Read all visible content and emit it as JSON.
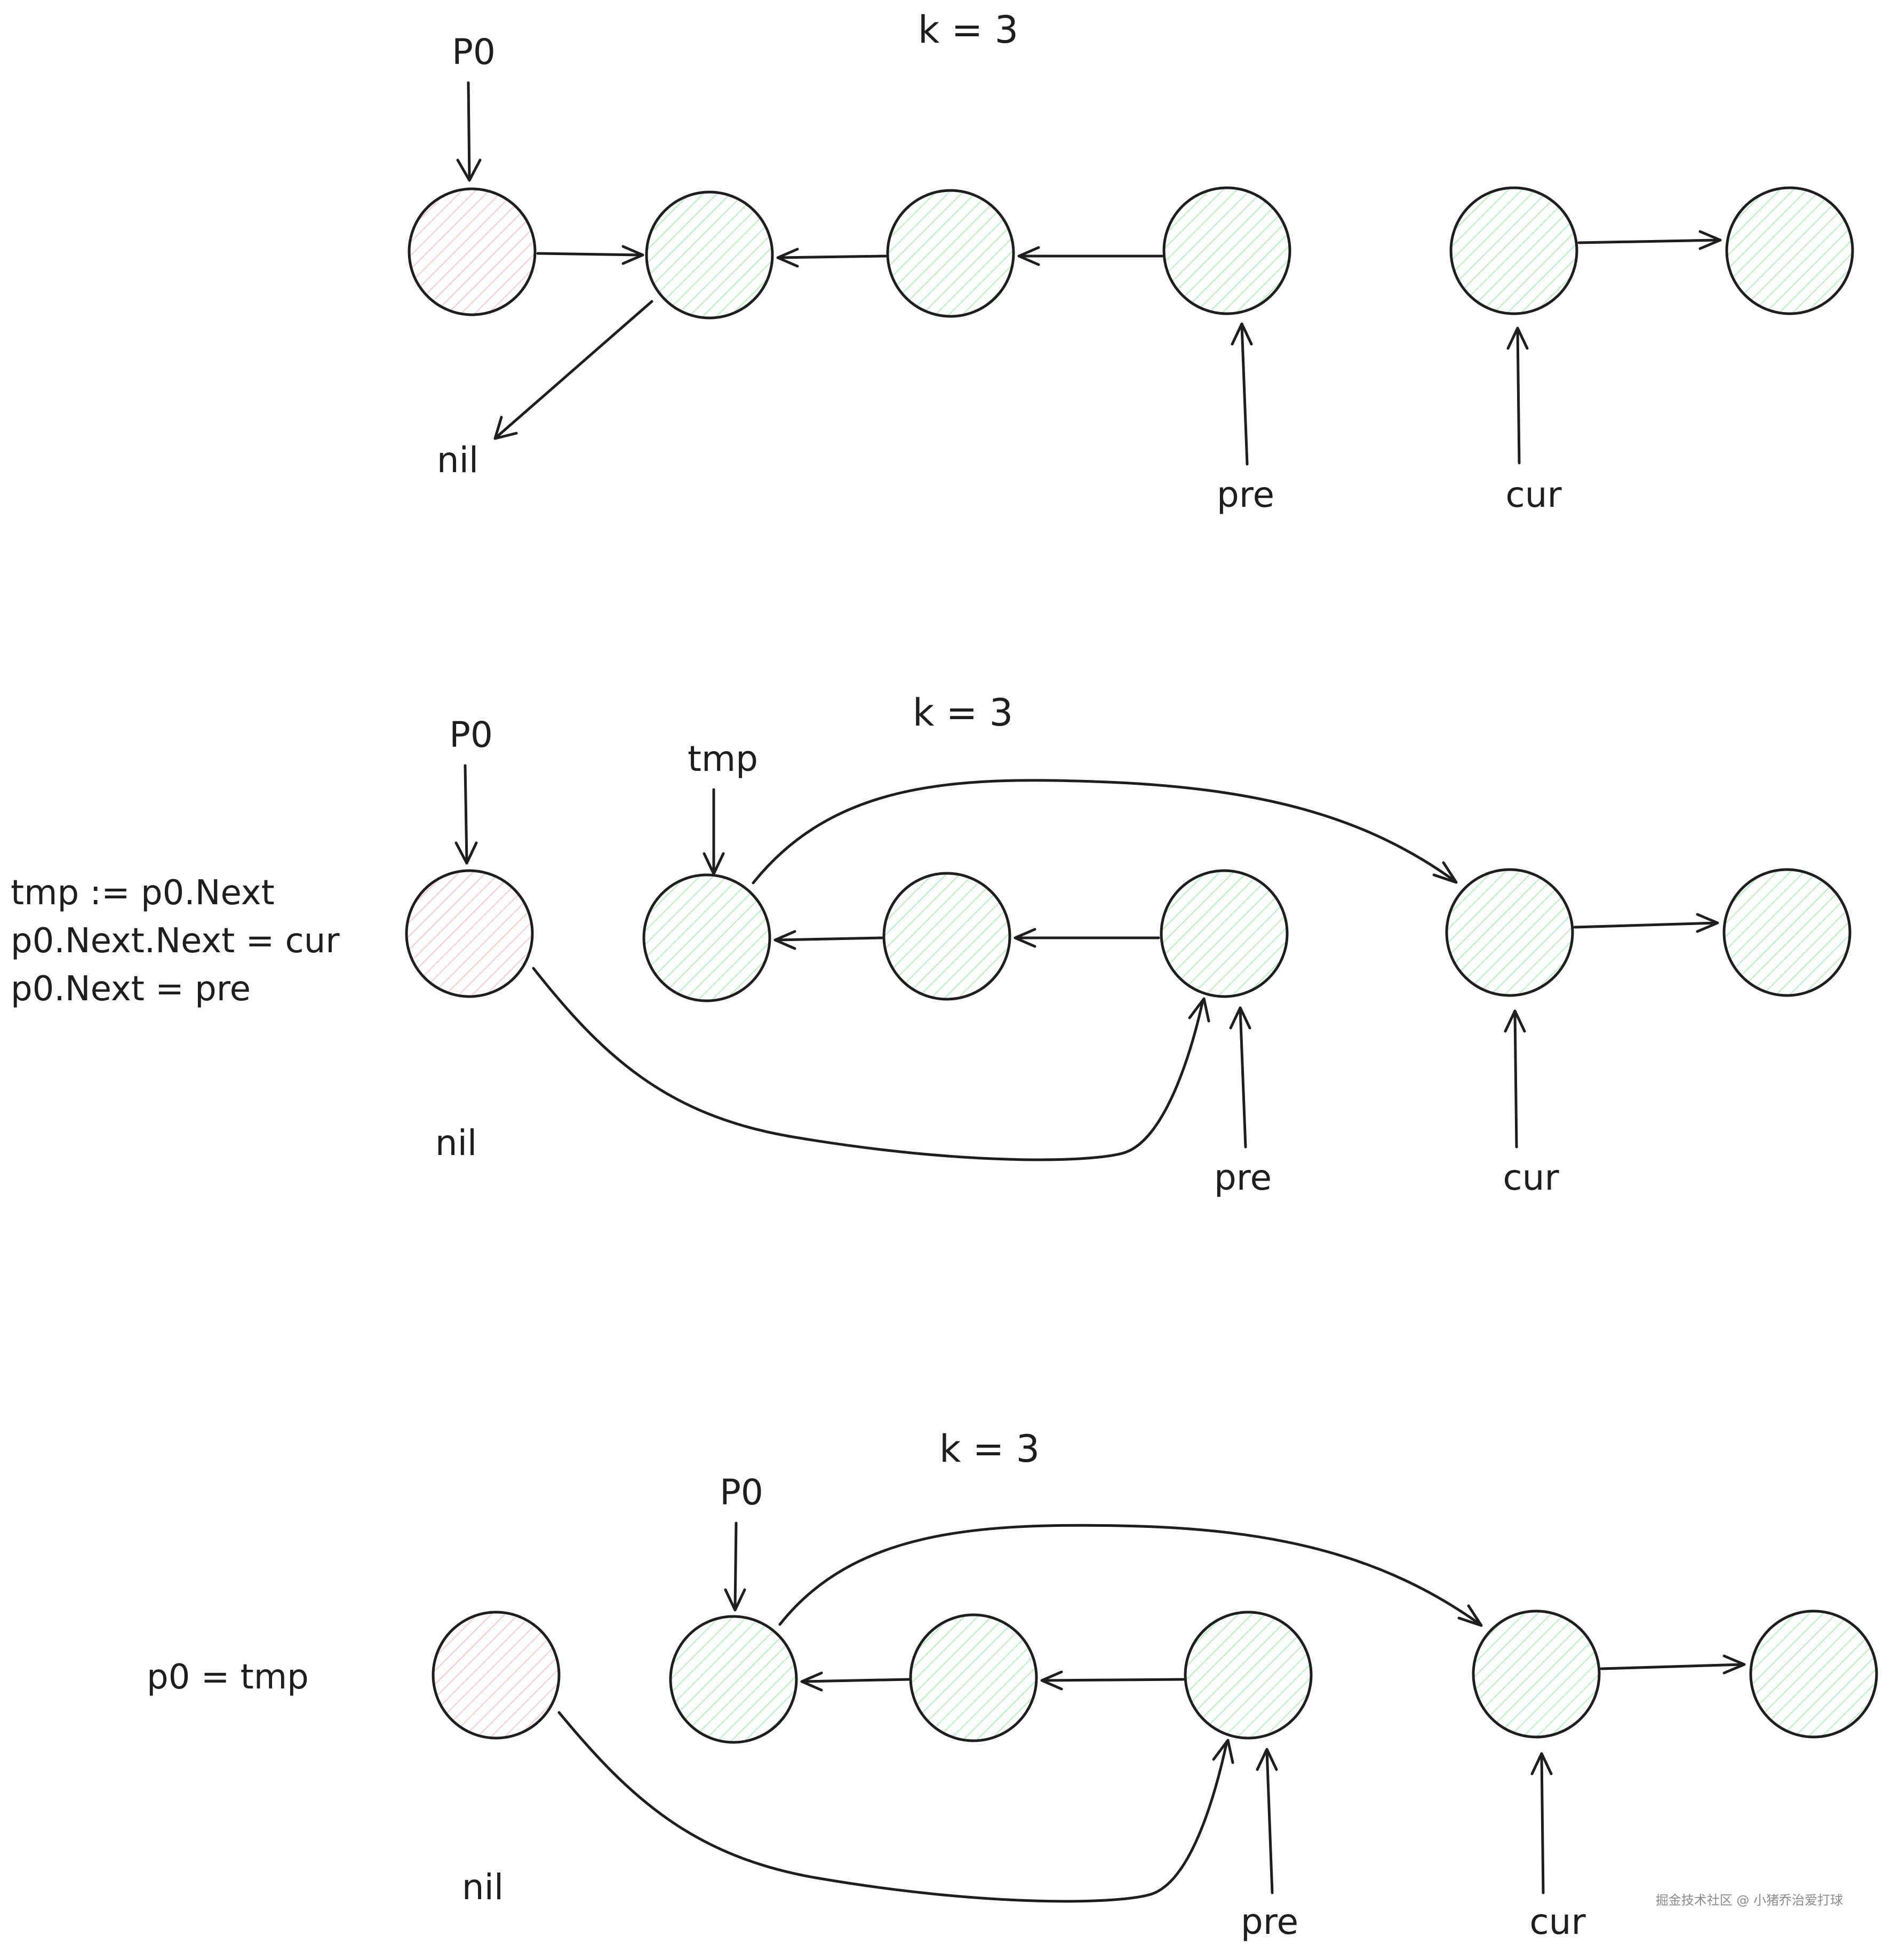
{
  "colors": {
    "ink": "#1e1e1e",
    "head_node": "#ffc9c9",
    "list_node": "#b2f2bb"
  },
  "panels": [
    {
      "title": "k = 3",
      "code_lines": [],
      "labels": {
        "p0": "P0",
        "nil": "nil",
        "pre": "pre",
        "cur": "cur"
      }
    },
    {
      "title": "k = 3",
      "code_lines": [
        "tmp := p0.Next",
        "p0.Next.Next = cur",
        "p0.Next = pre"
      ],
      "labels": {
        "p0": "P0",
        "tmp": "tmp",
        "nil": "nil",
        "pre": "pre",
        "cur": "cur"
      }
    },
    {
      "title": "k = 3",
      "code_lines": [
        "p0 = tmp"
      ],
      "labels": {
        "p0": "P0",
        "nil": "nil",
        "pre": "pre",
        "cur": "cur"
      }
    }
  ],
  "watermark": "掘金技术社区 @ 小猪乔治爱打球"
}
